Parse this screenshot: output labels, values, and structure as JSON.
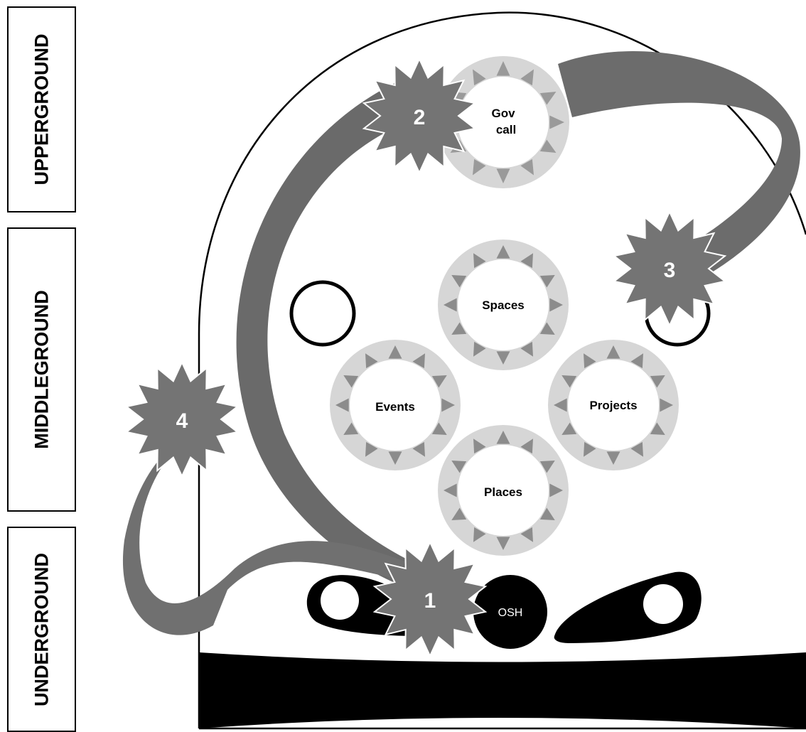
{
  "layers": {
    "upperground": "UPPERGROUND",
    "middleground": "MIDDLEGROUND",
    "underground": "UNDERGROUND"
  },
  "nodes": {
    "gov_call_line1": "Gov",
    "gov_call_line2": "call",
    "spaces": "Spaces",
    "events": "Events",
    "projects": "Projects",
    "places": "Places",
    "osh": "OSH"
  },
  "steps": {
    "step1": "1",
    "step2": "2",
    "step3": "3",
    "step4": "4"
  },
  "colors": {
    "arrow": "#6e6e6e",
    "arrow_dark": "#5a5a5a",
    "star": "#747474",
    "gear_ring": "#d6d6d6",
    "gear_teeth": "#8c8c8c",
    "black": "#000000"
  }
}
